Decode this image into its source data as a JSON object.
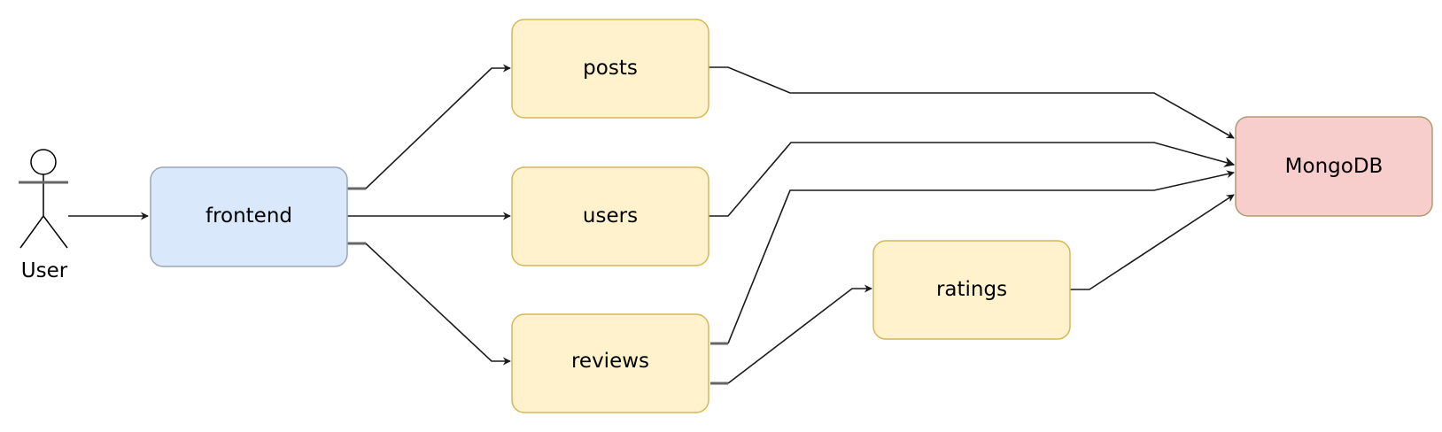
{
  "diagram": {
    "actor": {
      "label": "User",
      "icon": "stick-figure-icon"
    },
    "nodes": {
      "frontend": {
        "label": "frontend",
        "fill": "#dae8fc",
        "stroke": "#6c8ebf"
      },
      "posts": {
        "label": "posts",
        "fill": "#fff2cc",
        "stroke": "#d6b656"
      },
      "users": {
        "label": "users",
        "fill": "#fff2cc",
        "stroke": "#d6b656"
      },
      "reviews": {
        "label": "reviews",
        "fill": "#fff2cc",
        "stroke": "#d6b656"
      },
      "ratings": {
        "label": "ratings",
        "fill": "#fff2cc",
        "stroke": "#d6b656"
      },
      "mongodb": {
        "label": "MongoDB",
        "fill": "#f8cecc",
        "stroke": "#b85450"
      }
    },
    "edges": [
      {
        "from": "User",
        "to": "frontend"
      },
      {
        "from": "frontend",
        "to": "posts"
      },
      {
        "from": "frontend",
        "to": "users"
      },
      {
        "from": "frontend",
        "to": "reviews"
      },
      {
        "from": "posts",
        "to": "MongoDB"
      },
      {
        "from": "users",
        "to": "MongoDB"
      },
      {
        "from": "reviews",
        "to": "MongoDB"
      },
      {
        "from": "reviews",
        "to": "ratings"
      },
      {
        "from": "ratings",
        "to": "MongoDB"
      }
    ]
  }
}
